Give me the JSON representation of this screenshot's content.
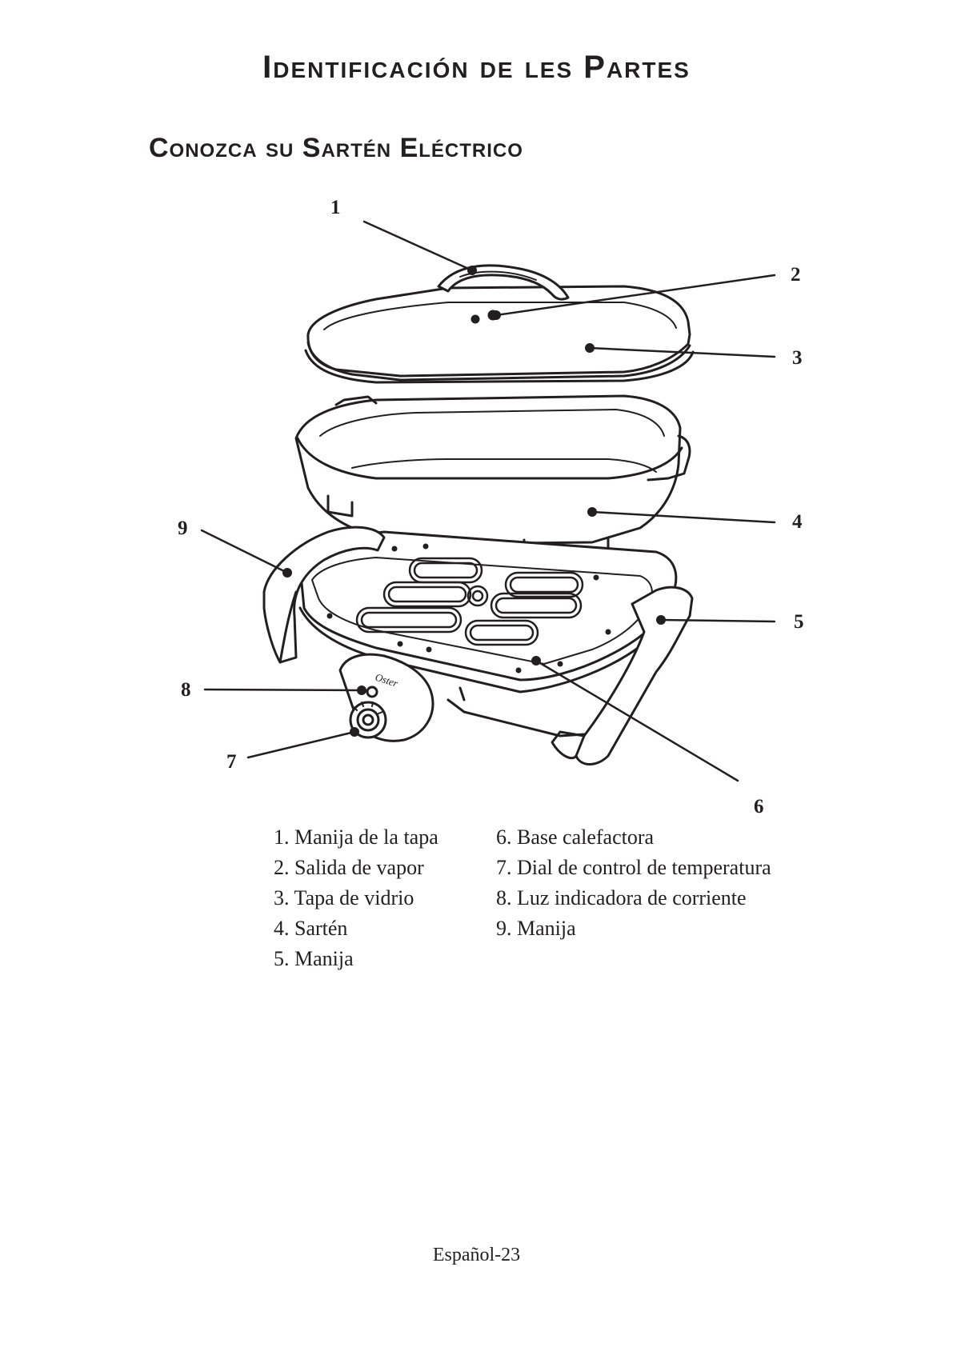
{
  "header": {
    "title": "Identificación de les Partes",
    "subtitle": "Conozca su Sartén Eléctrico"
  },
  "figure": {
    "brand_mark": "Oster",
    "callouts": [
      {
        "number": "1"
      },
      {
        "number": "2"
      },
      {
        "number": "3"
      },
      {
        "number": "4"
      },
      {
        "number": "5"
      },
      {
        "number": "6"
      },
      {
        "number": "7"
      },
      {
        "number": "8"
      },
      {
        "number": "9"
      }
    ]
  },
  "parts_list": {
    "left": [
      "1. Manija de la tapa",
      "2. Salida de vapor",
      "3. Tapa de vidrio",
      "4. Sartén",
      "5. Manija"
    ],
    "right": [
      "6. Base calefactora",
      "7. Dial de control de temperatura",
      "8. Luz indicadora de corriente",
      "9. Manija"
    ]
  },
  "footer": {
    "page_label": "Español-23"
  }
}
